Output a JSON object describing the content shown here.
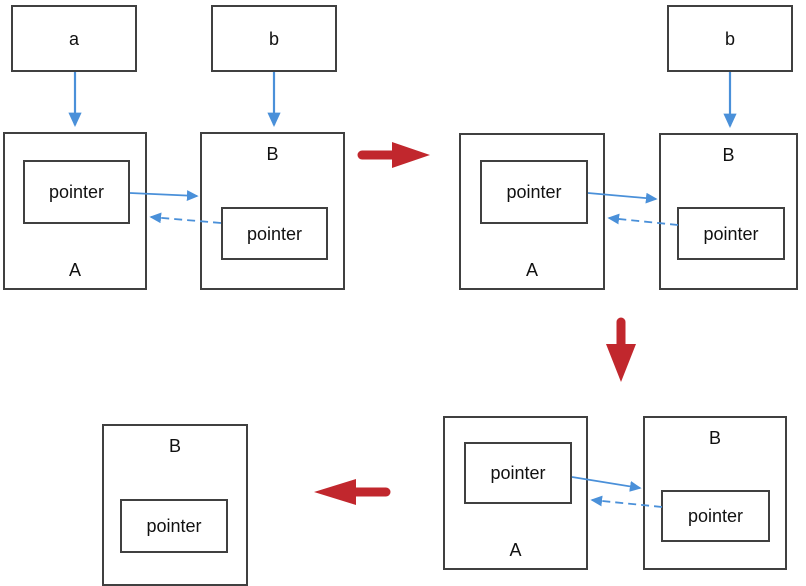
{
  "diagram": {
    "background": "#ffffff",
    "stroke_color": "#404040",
    "text_color": "#111111",
    "blue_arrow_color": "#4a90d9",
    "red_arrow_color": "#c1272d",
    "labels": {
      "pointer": "pointer",
      "a": "a",
      "b": "b",
      "A": "A",
      "B": "B"
    }
  },
  "panels": {
    "top_left": {
      "var_a": {
        "label": "a"
      },
      "var_b": {
        "label": "b"
      },
      "object_A": {
        "label": "A",
        "pointer_label": "pointer"
      },
      "object_B": {
        "label": "B",
        "pointer_label": "pointer"
      }
    },
    "top_right": {
      "var_b": {
        "label": "b"
      },
      "object_A": {
        "label": "A",
        "pointer_label": "pointer"
      },
      "object_B": {
        "label": "B",
        "pointer_label": "pointer"
      }
    },
    "bottom_right": {
      "object_A": {
        "label": "A",
        "pointer_label": "pointer"
      },
      "object_B": {
        "label": "B",
        "pointer_label": "pointer"
      }
    },
    "bottom_left": {
      "object_B": {
        "label": "B",
        "pointer_label": "pointer"
      }
    }
  },
  "arrows": {
    "red_right": {
      "direction": "right"
    },
    "red_down": {
      "direction": "down"
    },
    "red_left": {
      "direction": "left"
    }
  }
}
